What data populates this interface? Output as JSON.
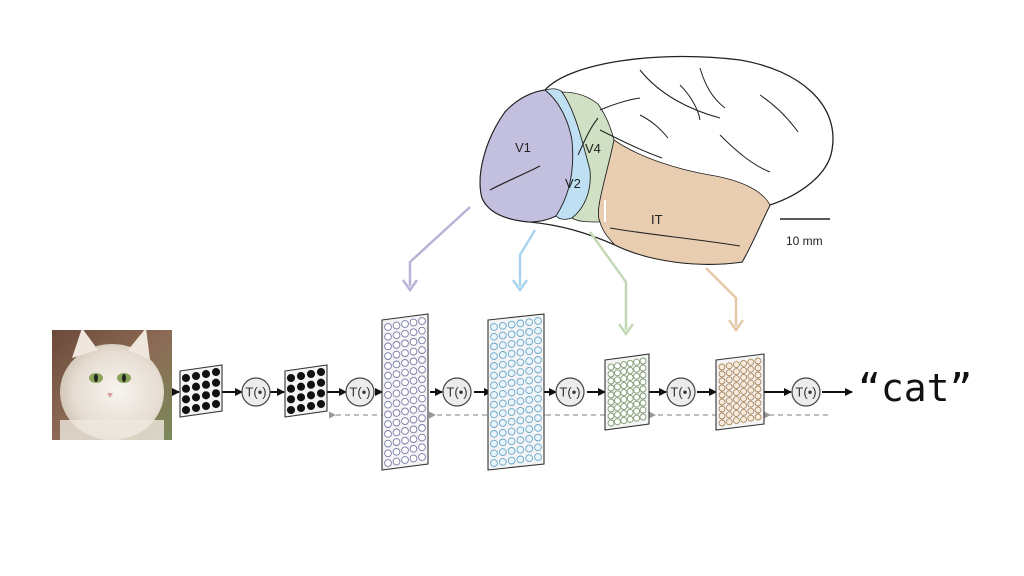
{
  "brain": {
    "areas": [
      {
        "id": "v1",
        "label": "V1",
        "color": "#c3c0df"
      },
      {
        "id": "v2",
        "label": "V2",
        "color": "#bfe0f2"
      },
      {
        "id": "v4",
        "label": "V4",
        "color": "#cfe0c4"
      },
      {
        "id": "it",
        "label": "IT",
        "color": "#e8cdb0"
      }
    ],
    "scale_bar": "10 mm"
  },
  "network": {
    "operator": "T(•)",
    "output": "“cat”",
    "input_image": "cat-photo"
  },
  "colors": {
    "arrow": "#111111",
    "feedback": "#999999"
  }
}
